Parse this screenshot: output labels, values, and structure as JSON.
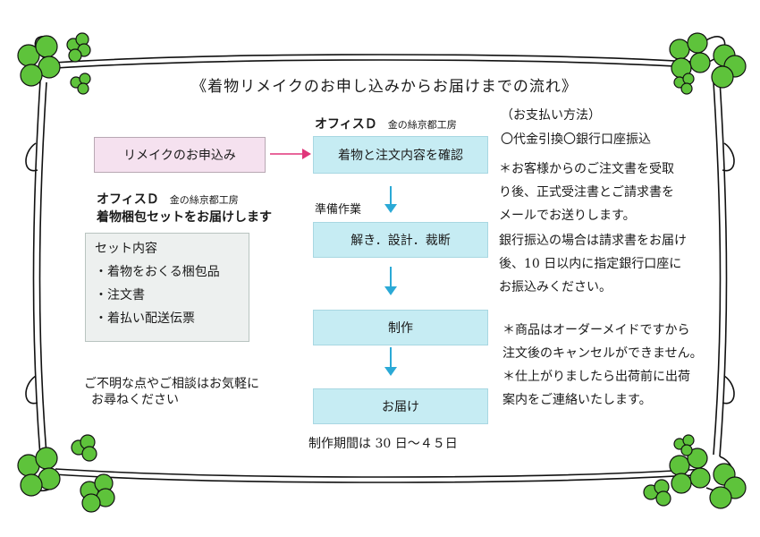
{
  "title": "《着物リメイクのお申し込みからお届けまでの流れ》",
  "office_top": {
    "name": "オフィスＤ",
    "sub": "金の絲京都工房"
  },
  "remake_apply": "リメイクのお申込み",
  "flow": {
    "confirm": "着物と注文内容を確認",
    "prep_label": "準備作業",
    "unravel": "解き．設計．裁断",
    "production": "制作",
    "delivery": "お届け",
    "period": "制作期間は 30 日～４５日"
  },
  "office_left": {
    "name": "オフィスＤ",
    "sub": "金の絲京都工房",
    "line": "着物梱包セットをお届けします"
  },
  "set_box": {
    "heading": "セット内容",
    "items": [
      "・着物をおくる梱包品",
      "・注文書",
      "・着払い配送伝票"
    ]
  },
  "contact": {
    "line1": "ご不明な点やご相談はお気軽に",
    "line2": "お尋ねください"
  },
  "payment": {
    "heading": "（お支払い方法）",
    "methods": "〇代金引換〇銀行口座振込",
    "note1": [
      "＊お客様からのご注文書を受取",
      "り後、正式受注書とご請求書を",
      "メールでお送りします。"
    ],
    "note2": [
      "銀行振込の場合は請求書をお届け",
      "後、10 日以内に指定銀行口座に",
      "お振込みください。"
    ]
  },
  "notice": {
    "lines": [
      "＊商品はオーダーメイドですから",
      "注文後のキャンセルができません。",
      "＊仕上がりましたら出荷前に出荷",
      "案内をご連絡いたします。"
    ]
  },
  "colors": {
    "flow_box": "#c6ecf3",
    "apply_box": "#f5e1ef",
    "set_box": "#edf0ef",
    "arrow": "#2ba9d6",
    "pink_arrow": "#e0357a",
    "clover": "#5ec33b"
  }
}
